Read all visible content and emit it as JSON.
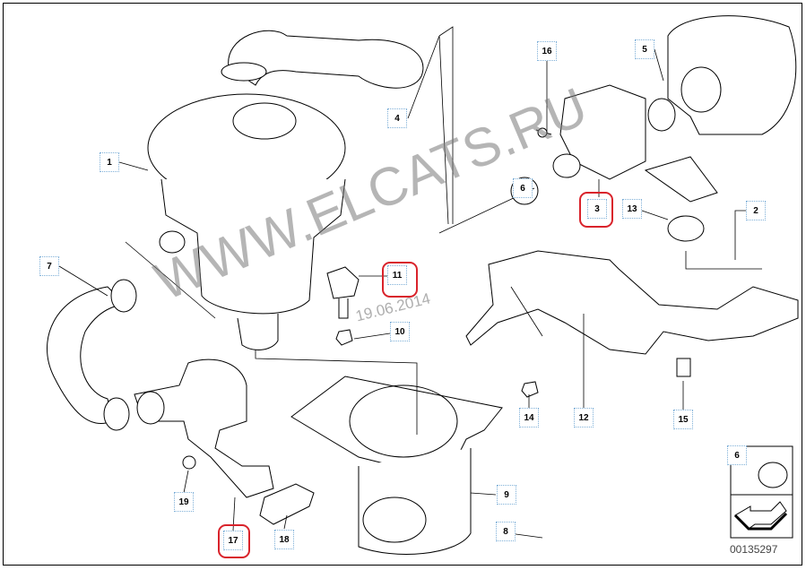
{
  "diagram_number": "00135297",
  "watermark": {
    "url": "WWW.ELCATS.RU",
    "date": "19.06.2014"
  },
  "callouts": [
    "1",
    "2",
    "3",
    "4",
    "5",
    "6",
    "7",
    "8",
    "9",
    "10",
    "11",
    "12",
    "13",
    "14",
    "15",
    "16",
    "17",
    "18",
    "19"
  ],
  "legend": {
    "label": "6"
  },
  "highlighted_callouts": [
    "3",
    "11",
    "17"
  ],
  "colors": {
    "highlight": "#d9232b",
    "line": "#000000",
    "watermark": "#888888"
  }
}
